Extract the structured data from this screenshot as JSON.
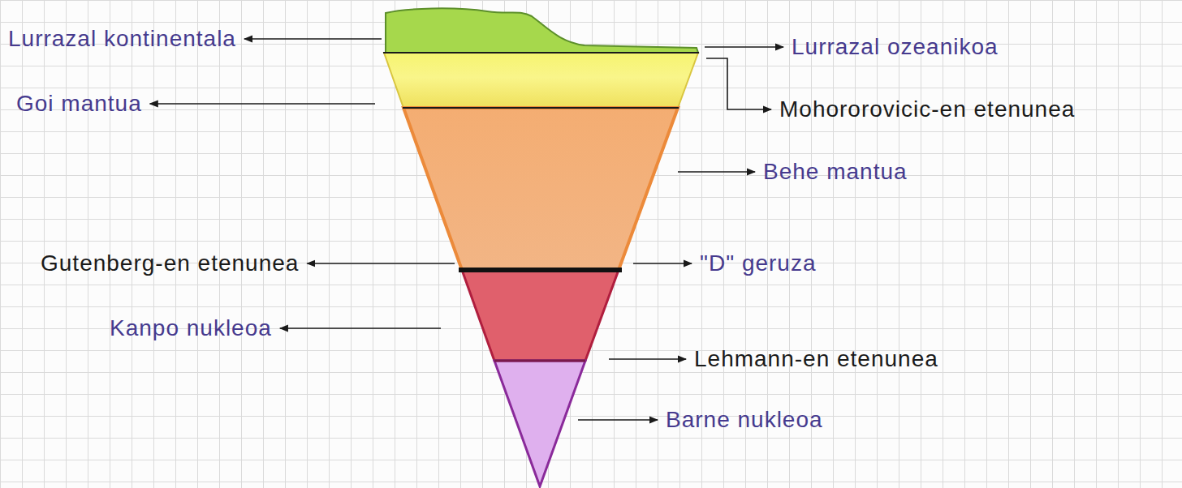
{
  "diagram": {
    "labels": [
      "Lurrazal kontinentala",
      "Lurrazal ozeanikoa",
      "Goi mantua",
      "Mohororovicic-en etenunea",
      "Behe mantua",
      "Gutenberg-en etenunea",
      "\"D\" geruza",
      "Kanpo nukleoa",
      "Lehmann-en etenunea",
      "Barne nukleoa"
    ]
  }
}
